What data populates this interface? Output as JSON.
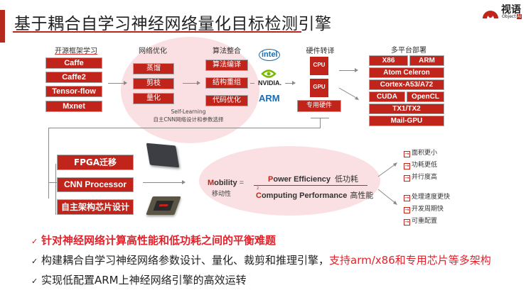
{
  "header": {
    "title": "基于耦合自学习神经网络量化目标检测引擎",
    "logo": {
      "name": "视语",
      "sub": "Object",
      "sub_badge": "AI"
    }
  },
  "diagram": {
    "frameworks": {
      "heading": "开源框架学习",
      "items": [
        "Caffe",
        "Caffe2",
        "Tensor-flow",
        "Mxnet"
      ]
    },
    "network_opt": {
      "heading": "网络优化",
      "items": [
        "蒸馏",
        "剪枝",
        "量化"
      ]
    },
    "algo_integration": {
      "heading": "算法整合",
      "items": [
        "算法编译",
        "结构重组",
        "代码优化"
      ]
    },
    "vendors": {
      "intel": "intel",
      "nvidia": "NVIDIA.",
      "arm": "ARM"
    },
    "self_learning": {
      "line1": "Self-Learning",
      "line2": "自主CNN网络设计和参数选择"
    },
    "hardware": {
      "heading": "硬件转译",
      "cpu": "CPU",
      "gpu": "GPU",
      "dedicated": "专用硬件"
    },
    "platforms": {
      "heading": "多平台部署",
      "rows": [
        [
          "X86",
          "ARM"
        ],
        [
          "Atom Celeron"
        ],
        [
          "Cortex-A53/A72"
        ],
        [
          "CUDA",
          "OpenCL"
        ],
        [
          "TX1/TX2"
        ],
        [
          "Mail-GPU"
        ]
      ]
    },
    "chips": {
      "items": [
        "FPGA迁移",
        "CNN Processor",
        "自主架构芯片设计"
      ]
    },
    "formula": {
      "lhs_first": "M",
      "lhs_rest": "obility",
      "equals": "=",
      "lhs_cn": "移动性",
      "num_first": "P",
      "num_rest": "ower Efficiency",
      "num_cn": "低功耗",
      "den_first": "C",
      "den_rest": "omputing Performance",
      "den_cn": "高性能",
      "den_exp": "2"
    },
    "benefits_top": [
      "面积更小",
      "功耗更低",
      "并行度高"
    ],
    "benefits_bottom": [
      "处理速度更快",
      "开发周期快",
      "可重配置"
    ]
  },
  "bullets": [
    {
      "mark": "✓",
      "text": "针对神经网络计算高性能和低功耗之间的平衡难题",
      "highlight": ""
    },
    {
      "mark": "✓",
      "text": "构建耦合自学习神经网络参数设计、量化、裁剪和推理引擎，",
      "highlight": "支持arm/x86和专用芯片等多架构"
    },
    {
      "mark": "✓",
      "text": "实现低配置ARM上神经网络引擎的高效运转",
      "highlight": ""
    }
  ]
}
